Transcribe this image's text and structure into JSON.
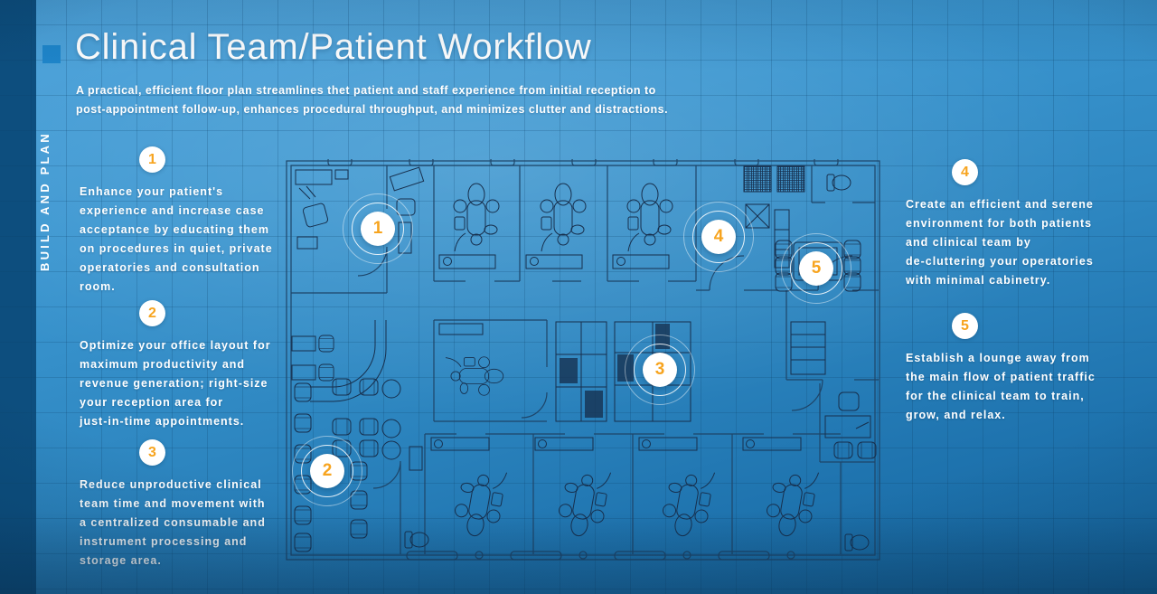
{
  "header": {
    "title": "Clinical Team/Patient Workflow",
    "subtitle": "A practical, efficient floor plan streamlines thet patient and staff experience from initial reception to\npost-appointment follow-up, enhances procedural throughput, and minimizes clutter and distractions.",
    "side_label": "BUILD AND PLAN"
  },
  "steps": [
    {
      "number": "1",
      "text": "Enhance your patient's\nexperience and increase case\nacceptance by educating them\non procedures in quiet, private\noperatories and consultation\nroom."
    },
    {
      "number": "2",
      "text": "Optimize your office layout for\nmaximum productivity and\nrevenue generation; right-size\nyour reception area for\njust-in-time appointments."
    },
    {
      "number": "3",
      "text": "Reduce unproductive clinical\nteam time and movement with\na centralized consumable and\ninstrument processing and\nstorage area."
    },
    {
      "number": "4",
      "text": "Create an efficient and serene\nenvironment for both patients\nand clinical team by\nde-cluttering your operatories\nwith minimal cabinetry."
    },
    {
      "number": "5",
      "text": "Establish a lounge away from\nthe main flow of patient traffic\nfor the clinical team to train,\ngrow, and relax."
    }
  ],
  "plan_markers": [
    {
      "number": "1"
    },
    {
      "number": "2"
    },
    {
      "number": "3"
    },
    {
      "number": "4"
    },
    {
      "number": "5"
    }
  ],
  "colors": {
    "accent_orange": "#F7A41F",
    "title_square": "#1E85CA",
    "left_stripe": "#0D4E7E",
    "blueprint_line": "#1E4569"
  }
}
